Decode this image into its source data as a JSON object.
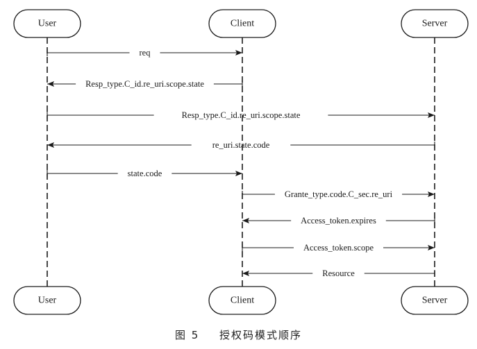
{
  "diagram": {
    "type": "sequence",
    "actors": [
      {
        "id": "user",
        "label": "User"
      },
      {
        "id": "client",
        "label": "Client"
      },
      {
        "id": "server",
        "label": "Server"
      }
    ],
    "messages": [
      {
        "from": "user",
        "to": "client",
        "label": "req"
      },
      {
        "from": "client",
        "to": "user",
        "label": "Resp_type.C_id.re_uri.scope.state"
      },
      {
        "from": "user",
        "to": "server",
        "label": "Resp_type.C_id.re_uri.scope.state"
      },
      {
        "from": "server",
        "to": "user",
        "label": "re_uri.state.code"
      },
      {
        "from": "user",
        "to": "client",
        "label": "state.code"
      },
      {
        "from": "client",
        "to": "server",
        "label": "Grante_type.code.C_sec.re_uri"
      },
      {
        "from": "server",
        "to": "client",
        "label": "Access_token.expires"
      },
      {
        "from": "client",
        "to": "server",
        "label": "Access_token.scope"
      },
      {
        "from": "server",
        "to": "client",
        "label": "Resource"
      }
    ]
  },
  "caption": {
    "figure_number": "图 5",
    "title": "授权码模式顺序"
  }
}
